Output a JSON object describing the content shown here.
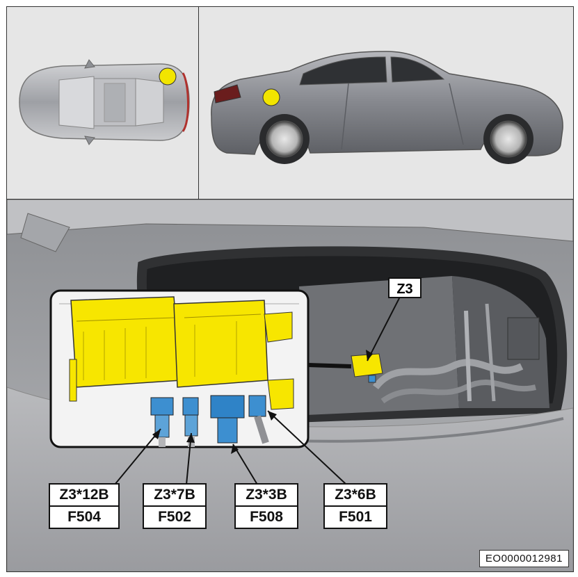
{
  "connectors": [
    {
      "code": "Z3*12B",
      "fuse": "F504"
    },
    {
      "code": "Z3*7B",
      "fuse": "F502"
    },
    {
      "code": "Z3*3B",
      "fuse": "F508"
    },
    {
      "code": "Z3*6B",
      "fuse": "F501"
    }
  ],
  "component_label": "Z3",
  "document_id": "EO0000012981",
  "colors": {
    "highlight": "#f7e600",
    "location_marker": "#f2e500",
    "connector_blue": "#3d8fd0",
    "car_body": "#8b8d93",
    "panel_bg": "#e6e6e6"
  }
}
